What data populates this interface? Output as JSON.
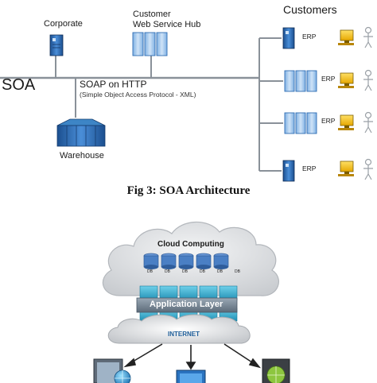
{
  "soa": {
    "corporate_label": "Corporate",
    "hub_label_line1": "Customer",
    "hub_label_line2": "Web Service Hub",
    "customers_label": "Customers",
    "soa_label": "SOA",
    "protocol_label": "SOAP on HTTP",
    "protocol_sub_label": "(Simple Object Access Protocol - XML)",
    "warehouse_label": "Warehouse",
    "erp_labels": [
      "ERP",
      "ERP",
      "ERP",
      "ERP"
    ]
  },
  "caption": "Fig 3: SOA Architecture",
  "cloud": {
    "cloud_label": "Cloud Computing",
    "db_labels": [
      "DB",
      "DB",
      "DB",
      "DB",
      "DB",
      "DB"
    ],
    "app_layer_label": "Application Layer",
    "internet_label": "INTERNET"
  },
  "colors": {
    "server_blue": "#2f6db3",
    "server_dark": "#163c6e",
    "monitor_yellow": "#f1c40f",
    "cloud_gray": "#d7d9dc",
    "app_layer": "#7b8a99",
    "cyan_block": "#3ab3d6"
  },
  "icons": [
    "server-icon",
    "monitor-icon",
    "person-icon",
    "warehouse-icon",
    "database-icon",
    "laptop-icon",
    "globe-icon"
  ]
}
